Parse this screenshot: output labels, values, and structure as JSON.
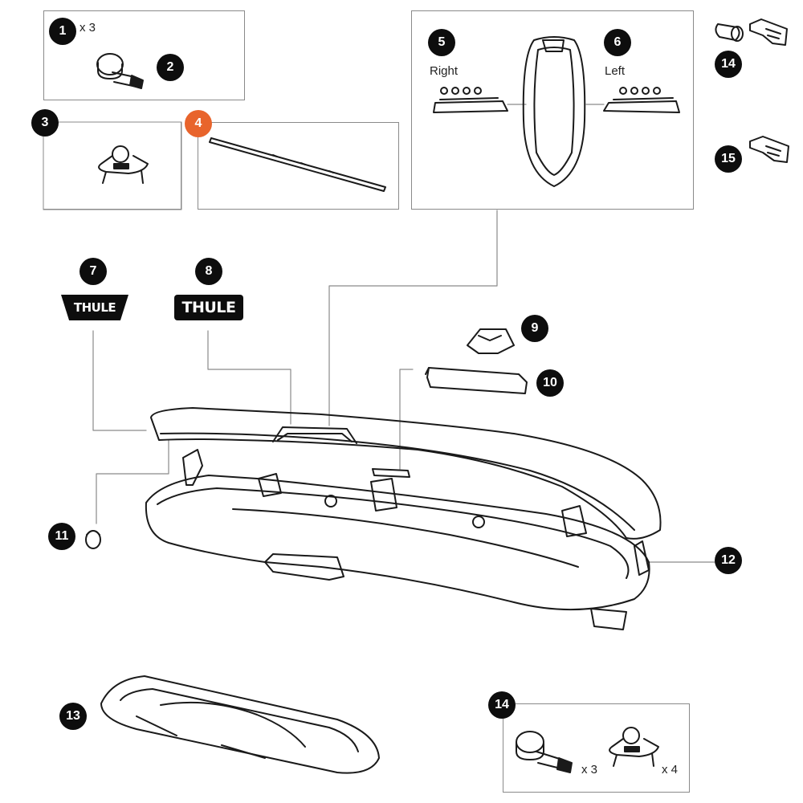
{
  "parts": [
    {
      "num": "1",
      "qty": "x 3"
    },
    {
      "num": "2"
    },
    {
      "num": "3"
    },
    {
      "num": "4",
      "highlight": true
    },
    {
      "num": "5",
      "side": "Right"
    },
    {
      "num": "6",
      "side": "Left"
    },
    {
      "num": "7",
      "logo": "THULE"
    },
    {
      "num": "8",
      "logo": "THULE"
    },
    {
      "num": "9"
    },
    {
      "num": "10"
    },
    {
      "num": "11"
    },
    {
      "num": "12"
    },
    {
      "num": "13"
    },
    {
      "num": "14"
    },
    {
      "num": "15"
    },
    {
      "num": "14",
      "qty_strap": "x 3",
      "qty_clamp": "x 4"
    }
  ],
  "colors": {
    "badge": "#0d0d0d",
    "highlight": "#e8642c",
    "line": "#8a8a8a"
  }
}
